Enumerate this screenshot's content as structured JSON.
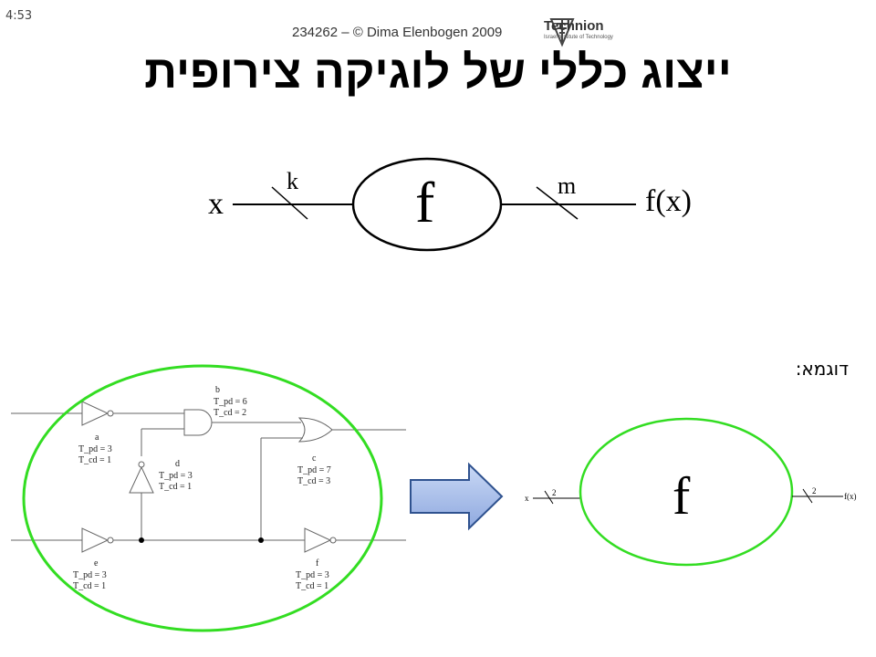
{
  "timestamp": "4:53",
  "header": {
    "course": "234262 – © Dima Elenbogen 2009",
    "logo_text": "Technion",
    "logo_sub": "Israel Institute of Technology"
  },
  "title": "ייצוג כללי של לוגיקה צירופית",
  "top_diagram": {
    "input": "x",
    "input_width": "k",
    "function": "f",
    "output_width": "m",
    "output": "f(x)"
  },
  "example_label": "דוגמא:",
  "circuit": {
    "gates": [
      {
        "id": "a",
        "tpd": "T_pd = 3",
        "tcd": "T_cd = 1"
      },
      {
        "id": "b",
        "tpd": "T_pd = 6",
        "tcd": "T_cd = 2"
      },
      {
        "id": "c",
        "tpd": "T_pd = 7",
        "tcd": "T_cd = 3"
      },
      {
        "id": "d",
        "tpd": "T_pd = 3",
        "tcd": "T_cd = 1"
      },
      {
        "id": "e",
        "tpd": "T_pd = 3",
        "tcd": "T_cd = 1"
      },
      {
        "id": "f",
        "tpd": "T_pd = 3",
        "tcd": "T_cd = 1"
      }
    ]
  },
  "small_diagram": {
    "input": "x",
    "input_width": "2",
    "function": "f",
    "output_width": "2",
    "output": "f(x)"
  },
  "colors": {
    "green_outline": "#33dd22",
    "arrow_fill": "#a8c0ec",
    "arrow_stroke": "#2f528f"
  }
}
